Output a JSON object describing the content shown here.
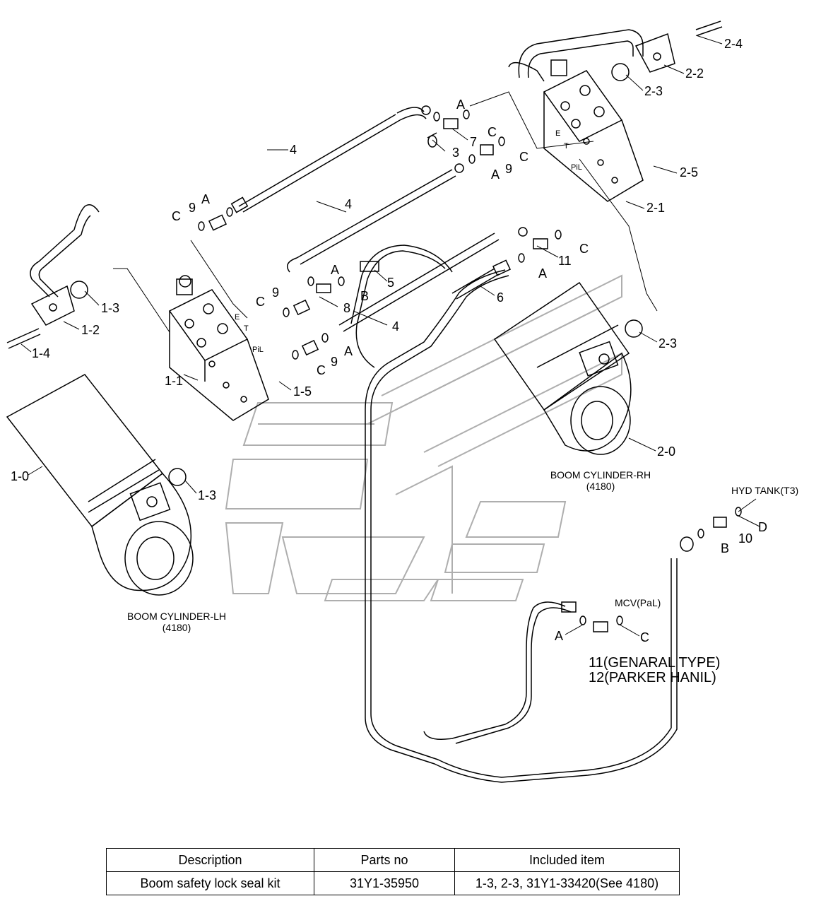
{
  "callouts": {
    "n_2_4": "2-4",
    "n_2_2": "2-2",
    "n_2_3a": "2-3",
    "n_2_5": "2-5",
    "n_2_1": "2-1",
    "n_2_3b": "2-3",
    "n_2_0": "2-0",
    "n_1_3a": "1-3",
    "n_1_2": "1-2",
    "n_1_4": "1-4",
    "n_1_1": "1-1",
    "n_1_5": "1-5",
    "n_1_0": "1-0",
    "n_1_3b": "1-3",
    "n_4a": "4",
    "n_4b": "4",
    "n_4c": "4",
    "n_3": "3",
    "n_5": "5",
    "n_6": "6",
    "n_7": "7",
    "n_8": "8",
    "n_9a": "9",
    "n_9b": "9",
    "n_9c": "9",
    "n_9d": "9",
    "n_10": "10",
    "n_11": "11",
    "A1": "A",
    "A2": "A",
    "A3": "A",
    "A4": "A",
    "A5": "A",
    "A6": "A",
    "A7": "A",
    "B1": "B",
    "B2": "B",
    "C1": "C",
    "C2": "C",
    "C3": "C",
    "C4": "C",
    "C5": "C",
    "C6": "C",
    "C7": "C",
    "D1": "D",
    "E1": "E",
    "T1": "T",
    "PiL1": "PiL",
    "E2": "E",
    "T2": "T",
    "PiL2": "PiL"
  },
  "captions": {
    "rh_name": "BOOM CYLINDER-RH",
    "rh_ref": "(4180)",
    "lh_name": "BOOM CYLINDER-LH",
    "lh_ref": "(4180)",
    "hyd_tank": "HYD TANK(T3)",
    "mcv": "MCV(PaL)",
    "general_type": "11(GENARAL TYPE)",
    "parker_type": "12(PARKER HANIL)"
  },
  "table": {
    "headers": [
      "Description",
      "Parts no",
      "Included item"
    ],
    "rows": [
      [
        "Boom safety lock seal kit",
        "31Y1-35950",
        "1-3, 2-3, 31Y1-33420(See 4180)"
      ]
    ]
  }
}
